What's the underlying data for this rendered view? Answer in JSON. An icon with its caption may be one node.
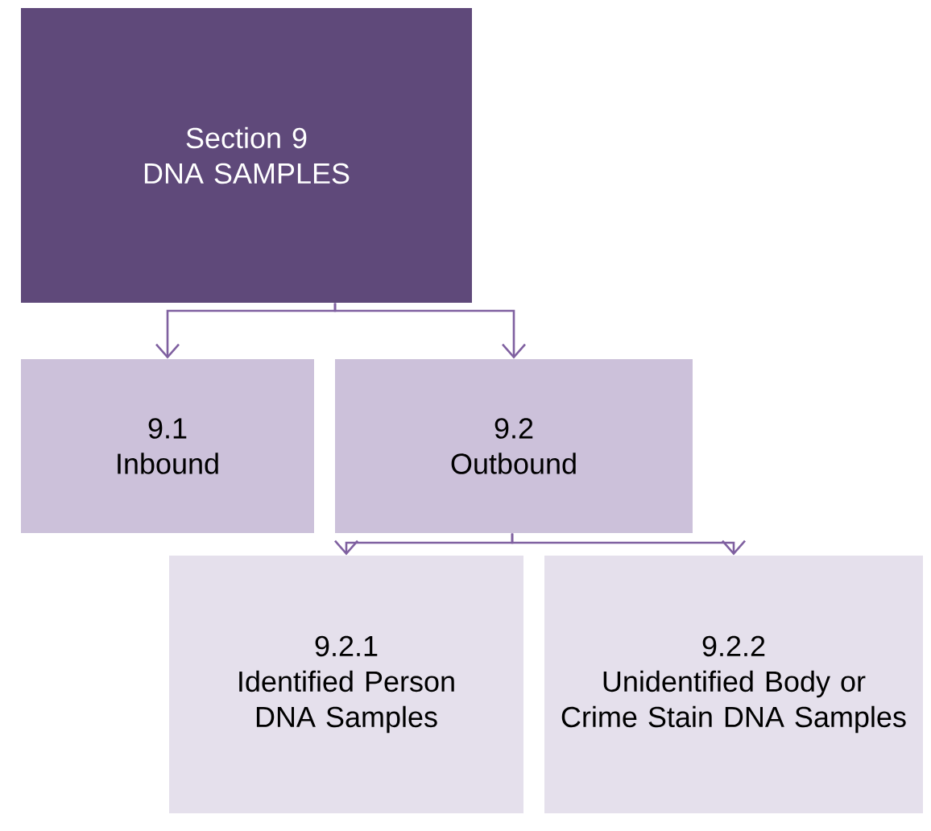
{
  "diagram": {
    "nodes": [
      {
        "text": [
          "Section 9",
          "DNA SAMPLES"
        ]
      },
      {
        "text": [
          "9.1",
          "Inbound"
        ]
      },
      {
        "text": [
          "9.2",
          "Outbound"
        ]
      },
      {
        "text": [
          "9.2.1",
          "Identified Person DNA Samples"
        ]
      },
      {
        "text": [
          "9.2.2",
          "Unidentified Body or Crime Stain DNA Samples"
        ]
      }
    ],
    "edges": [
      {
        "from": 0,
        "to": 1,
        "arrow": "to"
      },
      {
        "from": 0,
        "to": 2,
        "arrow": "to"
      },
      {
        "from": 2,
        "to": 3,
        "arrow": "to"
      },
      {
        "from": 2,
        "to": 4,
        "arrow": "to"
      }
    ]
  }
}
